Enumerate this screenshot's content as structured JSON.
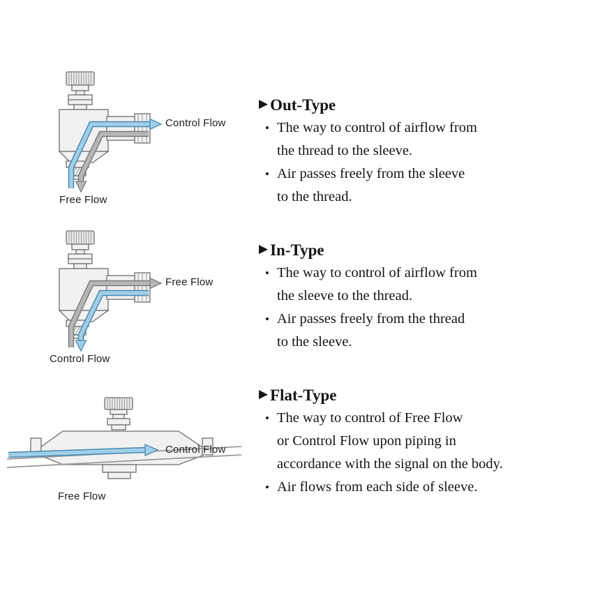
{
  "glyphs": {
    "section_marker": "▶",
    "bullet": "•"
  },
  "colors": {
    "flow_blue": "#9fd0ea",
    "flow_blue_edge": "#4d88ad",
    "flow_gray": "#b6b6b6",
    "flow_gray_edge": "#7d7d7d",
    "body_fill": "#f1f1f1",
    "body_edge": "#6e6e6e",
    "body_detail": "#9a9a9a",
    "knob_fill": "#e9e9e9"
  },
  "sections": [
    {
      "title": "Out-Type",
      "bullets": [
        "The way to control of airflow from\nthe thread to the sleeve.",
        "Air passes freely from the sleeve\nto the thread."
      ],
      "figure": {
        "type": "elbow-valve",
        "side_label": "Control Flow",
        "bottom_label": "Free Flow"
      }
    },
    {
      "title": "In-Type",
      "bullets": [
        "The way to control of airflow from\nthe sleeve to the thread.",
        "Air passes freely from the thread\nto the sleeve."
      ],
      "figure": {
        "type": "elbow-valve",
        "side_label": "Free Flow",
        "bottom_label": "Control Flow"
      }
    },
    {
      "title": "Flat-Type",
      "bullets": [
        "The way to control of Free Flow\nor Control Flow upon piping in\naccordance with the signal on the body.",
        "Air flows from each side of sleeve."
      ],
      "figure": {
        "type": "flat-valve",
        "side_label": "Control Flow",
        "bottom_label": "Free Flow"
      }
    }
  ]
}
